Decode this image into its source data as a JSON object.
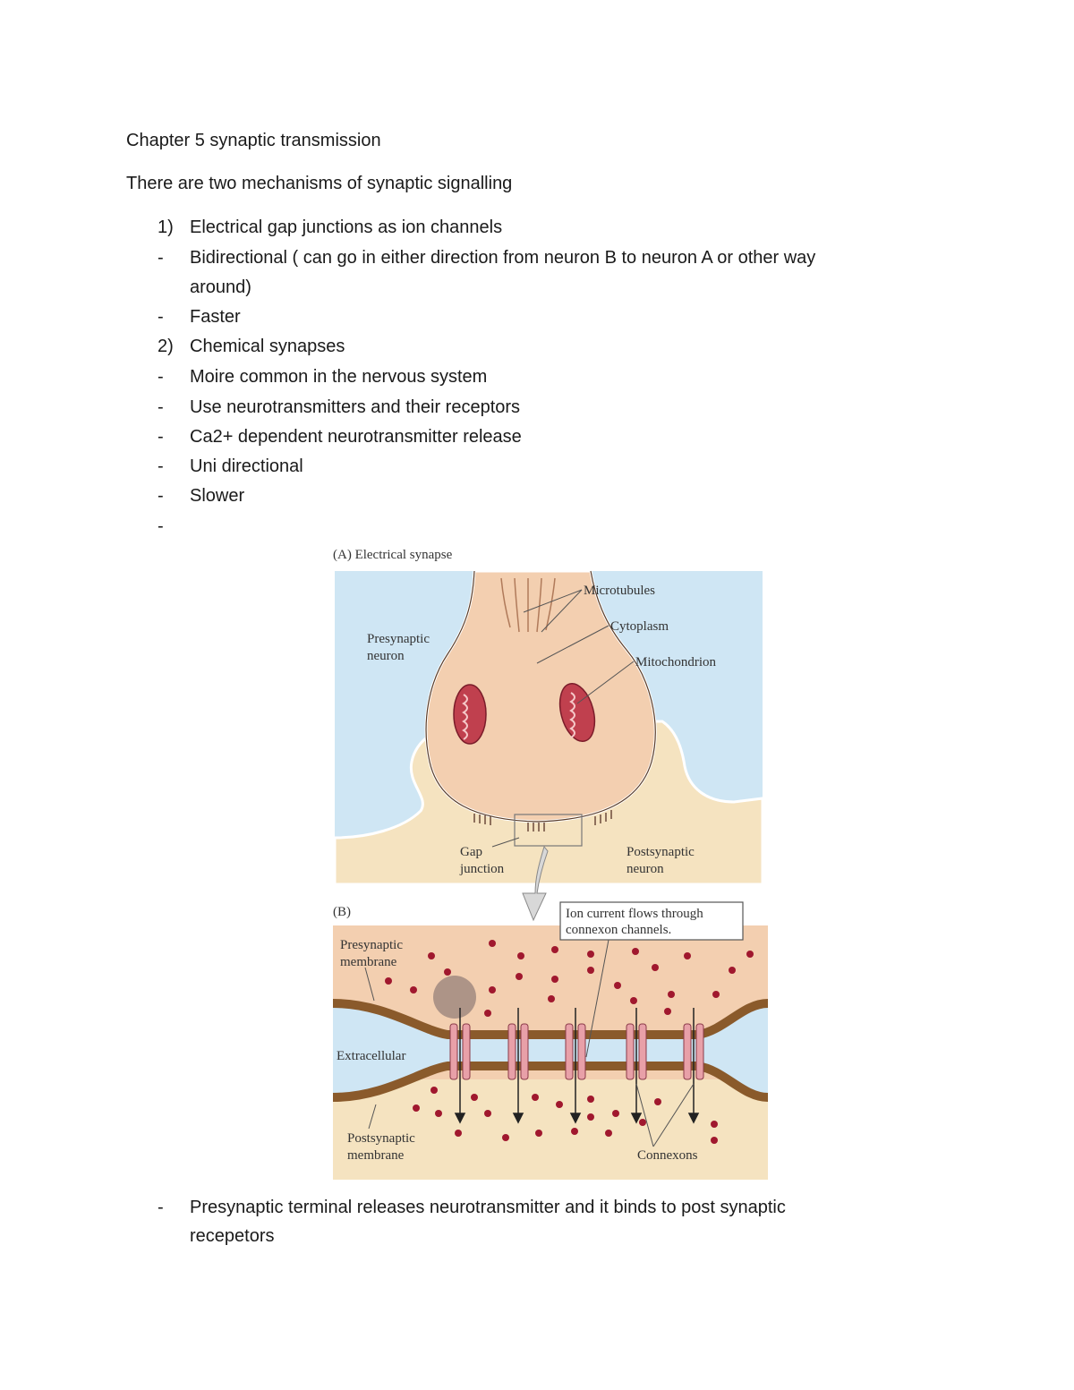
{
  "doc": {
    "title": "Chapter 5 synaptic transmission",
    "intro": "There are two mechanisms of synaptic signalling",
    "sections": [
      {
        "number": "1)",
        "heading": "Electrical gap junctions as ion channels",
        "points": [
          "Bidirectional ( can go in either direction from neuron B to neuron A or other way",
          "around)",
          "Faster"
        ]
      },
      {
        "number": "2)",
        "heading": "Chemical synapses",
        "points": [
          "Moire common in the nervous system",
          "Use neurotransmitters and their receptors",
          "Ca2+ dependent neurotransmitter release",
          "Uni directional",
          "Slower"
        ]
      }
    ],
    "bullet": "-",
    "after_figure": [
      "Presynaptic terminal releases neurotransmitter and it binds to post synaptic",
      "recepetors"
    ]
  },
  "figure": {
    "panel_a_title": "(A) Electrical synapse",
    "panel_b_title": "(B)",
    "labels": {
      "presynaptic_neuron_1": "Presynaptic",
      "presynaptic_neuron_2": "neuron",
      "microtubules": "Microtubules",
      "cytoplasm": "Cytoplasm",
      "mitochondrion": "Mitochondrion",
      "gap_junction_1": "Gap",
      "gap_junction_2": "junction",
      "postsynaptic_neuron_1": "Postsynaptic",
      "postsynaptic_neuron_2": "neuron",
      "ion_current_1": "Ion current flows through",
      "ion_current_2": "connexon channels.",
      "presynaptic_membrane_1": "Presynaptic",
      "presynaptic_membrane_2": "membrane",
      "extracellular": "Extracellular",
      "postsynaptic_membrane_1": "Postsynaptic",
      "postsynaptic_membrane_2": "membrane",
      "connexons": "Connexons"
    },
    "colors": {
      "background_blue": "#cfe6f4",
      "neuron_fill": "#f3cfb0",
      "post_fill": "#f5e3c0",
      "membrane_brown": "#8a5a2b",
      "mito_red": "#c0404e",
      "ion_dot": "#a0182e"
    }
  }
}
